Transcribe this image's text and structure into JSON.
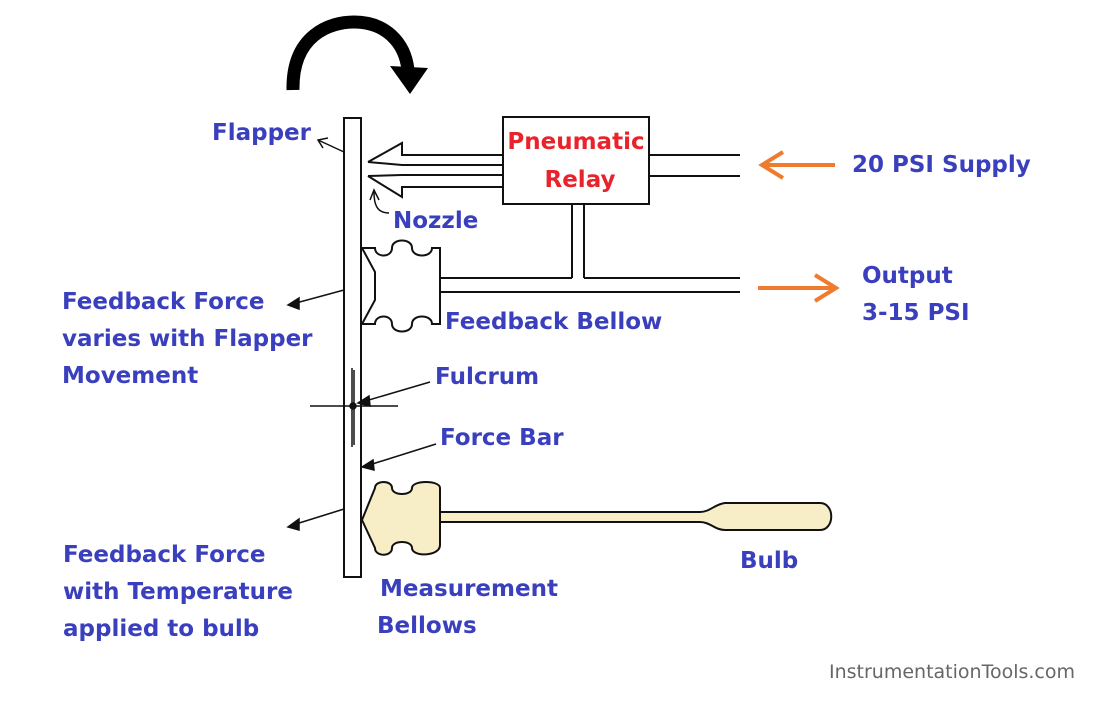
{
  "colors": {
    "label": "#3a3fbd",
    "relay_label": "#e8232b",
    "arrow_accent": "#ef7c2e",
    "bellows_fill": "#f7eec8",
    "line": "#111111",
    "watermark": "#666666"
  },
  "labels": {
    "flapper": "Flapper",
    "nozzle": "Nozzle",
    "relay_line1": "Pneumatic",
    "relay_line2": "Relay",
    "supply": "20 PSI Supply",
    "output_line1": "Output",
    "output_line2": "3-15 PSI",
    "feedback_force_1_line1": "Feedback Force",
    "feedback_force_1_line2": "varies with Flapper",
    "feedback_force_1_line3": "Movement",
    "feedback_bellow": "Feedback Bellow",
    "fulcrum": "Fulcrum",
    "force_bar": "Force Bar",
    "feedback_force_2_line1": "Feedback Force",
    "feedback_force_2_line2": "with Temperature",
    "feedback_force_2_line3": "applied to bulb",
    "measurement_bellows_line1": "Measurement",
    "measurement_bellows_line2": "Bellows",
    "bulb": "Bulb"
  },
  "watermark": "InstrumentationTools.com"
}
